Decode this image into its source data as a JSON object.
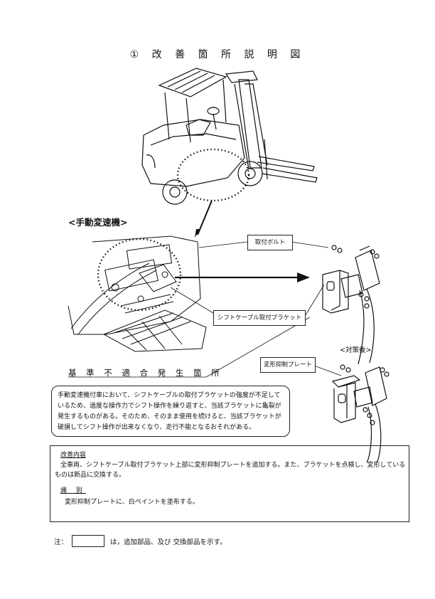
{
  "title": "① 改 善 箇 所 説 明 図",
  "manual_transmission_label": "<手動変速機>",
  "callouts": {
    "mounting_bolt": "取付ボルト",
    "shift_cable_bracket": "シフトケーブル取付ブラケット",
    "deformation_plate": "変形抑制プレート"
  },
  "after_countermeasure": "<対策後>",
  "nonconformity_location": "基 準 不 適 合 発 生 箇 所",
  "description": "手動変速機付車において、シフトケーブルの取付ブラケットの強度が不足しているため、過度な操作力でシフト操作を繰り返すと、当該ブラケットに亀裂が発生するものがある。そのため、そのまま使用を続けると、当該ブラケットが破損してシフト操作が出来なくなり、走行不能となるおそれがある。",
  "improvement": {
    "heading": "改善内容",
    "body": "全車両、シフトケーブル取付ブラケット上部に変形抑制プレートを追加する。また、ブラケットを点検し、変形しているものは新品に交換する。",
    "id_heading": "識 別",
    "id_body": "変形抑制プレートに、白ペイントを塗布する。"
  },
  "note": {
    "prefix": "注：",
    "suffix": "は，追加部品、及び 交換部品を示す。"
  }
}
